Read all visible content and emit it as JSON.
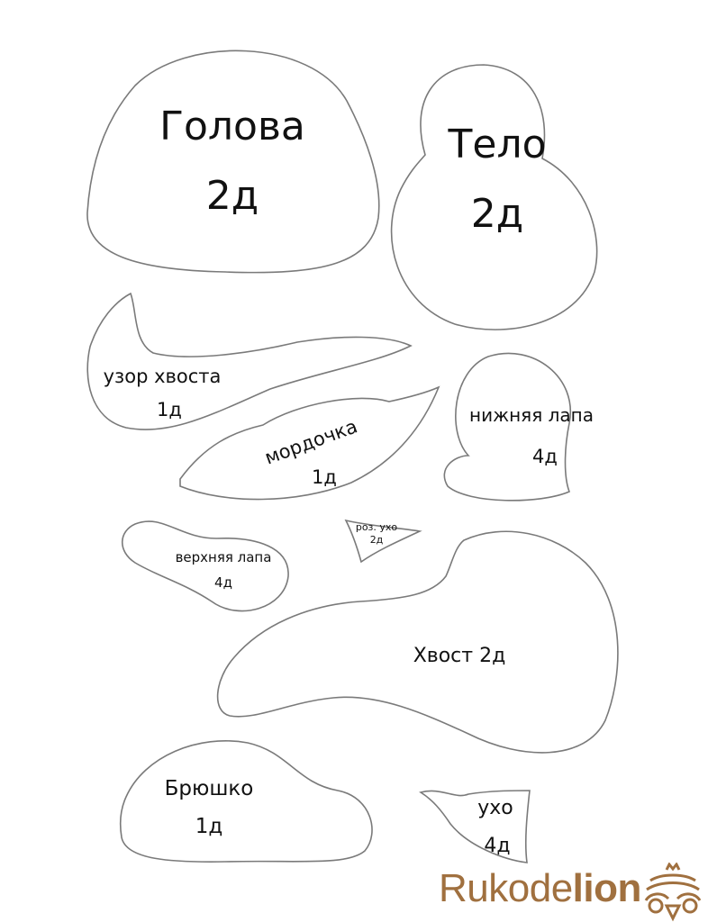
{
  "pieces": {
    "head": {
      "name": "Голова",
      "count": "2д"
    },
    "body": {
      "name": "Тело",
      "count": "2д"
    },
    "tail_pattern": {
      "name": "узор хвоста",
      "count": "1д"
    },
    "muzzle": {
      "name": "мордочка",
      "count": "1д"
    },
    "lower_paw": {
      "name": "нижняя лапа",
      "count": "4д"
    },
    "upper_paw": {
      "name": "верхняя лапа",
      "count": "4д"
    },
    "pink_ear": {
      "name": "роз. ухо",
      "count": "2д"
    },
    "tail": {
      "label": "Хвост 2д"
    },
    "belly": {
      "name": "Брюшко",
      "count": "1д"
    },
    "ear": {
      "name": "ухо",
      "count": "4д"
    }
  },
  "logo": {
    "part1": "Rukode",
    "part2": "lion",
    "color": "#a0703f"
  }
}
